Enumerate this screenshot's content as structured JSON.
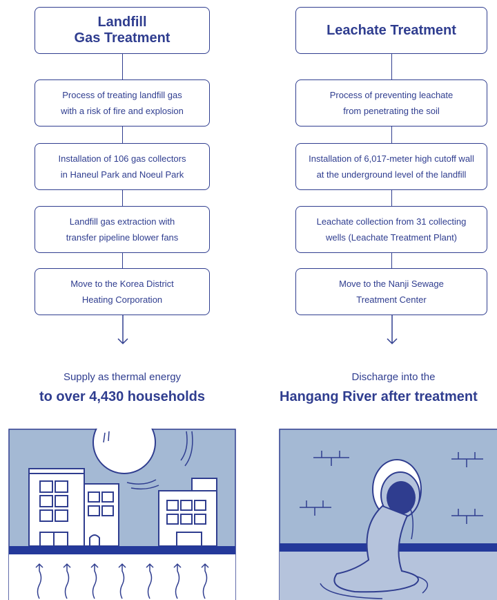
{
  "left": {
    "title": "Landfill\nGas Treatment",
    "steps": [
      "Process of treating landfill gas\nwith a risk of fire and explosion",
      "Installation of 106 gas collectors\nin Haneul Park and Noeul Park",
      "Landfill gas extraction with\ntransfer pipeline blower fans",
      "Move to the Korea District\nHeating Corporation"
    ],
    "result_sub": "Supply as thermal energy",
    "result_main": "to over 4,430 households",
    "illustration": "buildings-heating-icon"
  },
  "right": {
    "title": "Leachate Treatment",
    "steps": [
      "Process of preventing leachate\nfrom penetrating the soil",
      "Installation of 6,017-meter high cutoff wall\nat the underground level of the landfill",
      "Leachate collection from 31 collecting\nwells (Leachate Treatment Plant)",
      "Move to the Nanji Sewage\nTreatment Center"
    ],
    "result_sub": "Discharge into the",
    "result_main": "Hangang River after treatment",
    "illustration": "pipe-discharge-icon"
  },
  "colors": {
    "line": "#2f3d8f",
    "illustration_fill": "#a4b9d4",
    "band": "#24399a",
    "water": "#b5c3dc"
  }
}
